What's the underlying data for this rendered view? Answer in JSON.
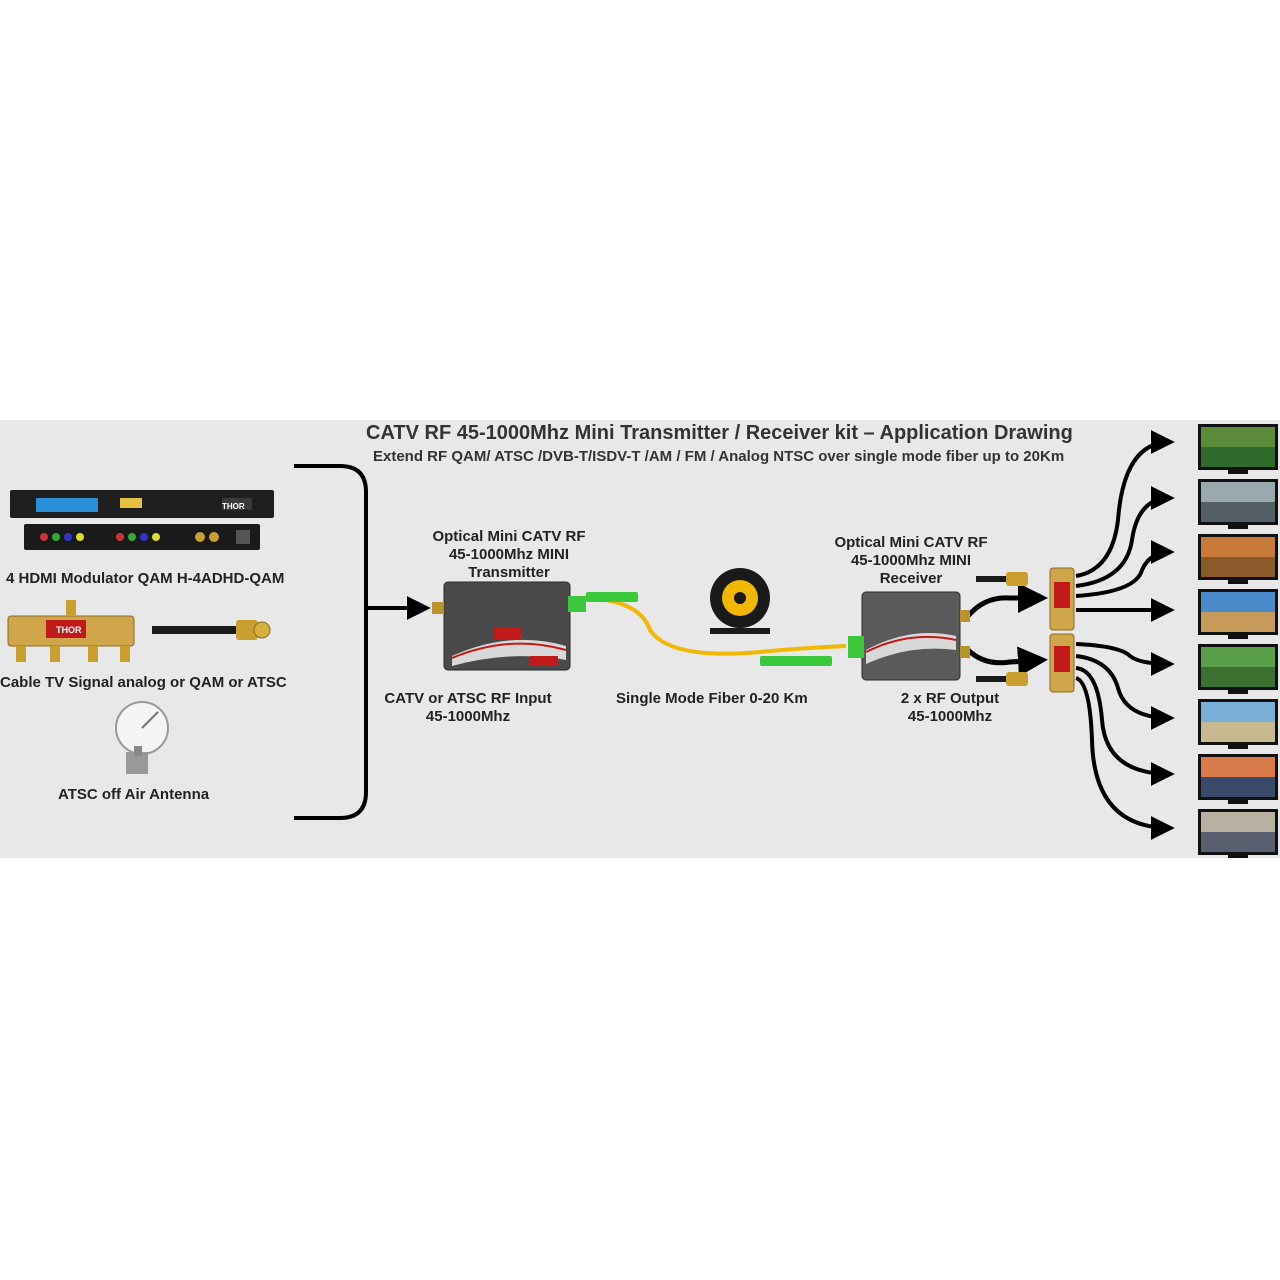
{
  "title": "CATV RF 45-1000Mhz Mini Transmitter / Receiver kit – Application Drawing",
  "subtitle": "Extend RF QAM/ ATSC /DVB-T/ISDV-T /AM / FM / Analog NTSC over single mode fiber up to 20Km",
  "sources": {
    "modulator_label": "4 HDMI Modulator QAM H-4ADHD-QAM",
    "cable_label": "Cable TV Signal analog or QAM or ATSC",
    "antenna_label": "ATSC off Air Antenna",
    "brand": "THOR"
  },
  "transmitter": {
    "label_line1": "Optical Mini CATV RF",
    "label_line2": "45-1000Mhz MINI",
    "label_line3": "Transmitter",
    "input_line1": "CATV or ATSC RF Input",
    "input_line2": "45-1000Mhz"
  },
  "fiber": {
    "label": "Single Mode Fiber 0-20 Km"
  },
  "receiver": {
    "label_line1": "Optical Mini CATV RF",
    "label_line2": "45-1000Mhz MINI",
    "label_line3": "Receiver",
    "output_line1": "2 x RF Output",
    "output_line2": "45-1000Mhz"
  },
  "tv_count": 8,
  "colors": {
    "background": "#e8e8e8",
    "line": "#000000",
    "fiber": "#f0b800",
    "connector": "#3cc83c",
    "device": "#4a4a4a"
  }
}
